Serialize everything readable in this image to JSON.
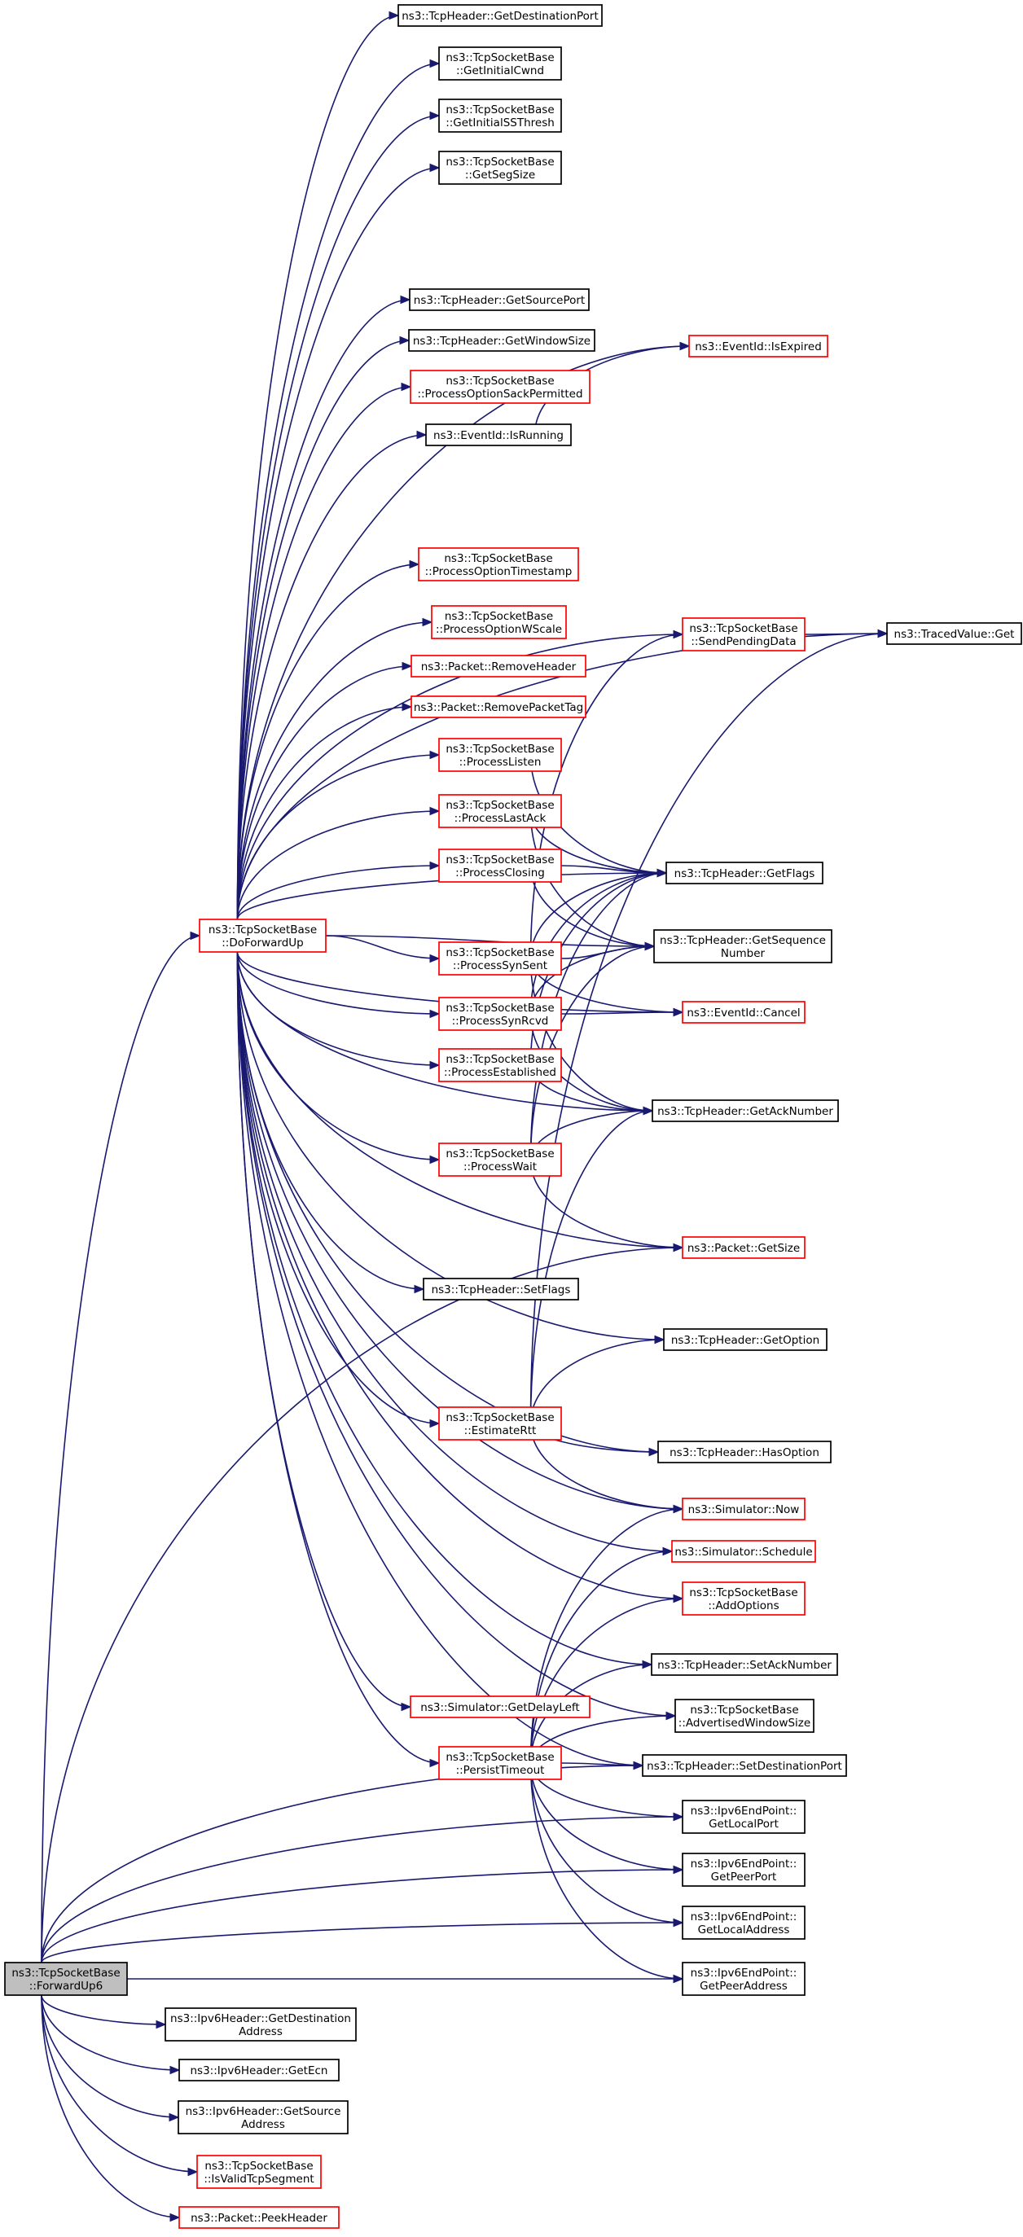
{
  "nodes": [
    {
      "id": "fwd6",
      "lines": [
        "ns3::TcpSocketBase",
        "::ForwardUp6"
      ],
      "border": "root"
    },
    {
      "id": "dfu",
      "lines": [
        "ns3::TcpSocketBase",
        "::DoForwardUp"
      ],
      "border": "red"
    },
    {
      "id": "gdp",
      "lines": [
        "ns3::TcpHeader::GetDestinationPort"
      ],
      "border": "black"
    },
    {
      "id": "gic",
      "lines": [
        "ns3::TcpSocketBase",
        "::GetInitialCwnd"
      ],
      "border": "black"
    },
    {
      "id": "gis",
      "lines": [
        "ns3::TcpSocketBase",
        "::GetInitialSSThresh"
      ],
      "border": "black"
    },
    {
      "id": "gss",
      "lines": [
        "ns3::TcpSocketBase",
        "::GetSegSize"
      ],
      "border": "black"
    },
    {
      "id": "gsp",
      "lines": [
        "ns3::TcpHeader::GetSourcePort"
      ],
      "border": "black"
    },
    {
      "id": "gws",
      "lines": [
        "ns3::TcpHeader::GetWindowSize"
      ],
      "border": "black"
    },
    {
      "id": "psp",
      "lines": [
        "ns3::TcpSocketBase",
        "::ProcessOptionSackPermitted"
      ],
      "border": "red"
    },
    {
      "id": "eir",
      "lines": [
        "ns3::EventId::IsRunning"
      ],
      "border": "black"
    },
    {
      "id": "eie",
      "lines": [
        "ns3::EventId::IsExpired"
      ],
      "border": "red"
    },
    {
      "id": "pot",
      "lines": [
        "ns3::TcpSocketBase",
        "::ProcessOptionTimestamp"
      ],
      "border": "red"
    },
    {
      "id": "pow",
      "lines": [
        "ns3::TcpSocketBase",
        "::ProcessOptionWScale"
      ],
      "border": "red"
    },
    {
      "id": "spd",
      "lines": [
        "ns3::TcpSocketBase",
        "::SendPendingData"
      ],
      "border": "red"
    },
    {
      "id": "tvg",
      "lines": [
        "ns3::TracedValue::Get"
      ],
      "border": "black"
    },
    {
      "id": "prh",
      "lines": [
        "ns3::Packet::RemoveHeader"
      ],
      "border": "red"
    },
    {
      "id": "prt",
      "lines": [
        "ns3::Packet::RemovePacketTag"
      ],
      "border": "red"
    },
    {
      "id": "pli",
      "lines": [
        "ns3::TcpSocketBase",
        "::ProcessListen"
      ],
      "border": "red"
    },
    {
      "id": "pla",
      "lines": [
        "ns3::TcpSocketBase",
        "::ProcessLastAck"
      ],
      "border": "red"
    },
    {
      "id": "pcl",
      "lines": [
        "ns3::TcpSocketBase",
        "::ProcessClosing"
      ],
      "border": "red"
    },
    {
      "id": "gfl",
      "lines": [
        "ns3::TcpHeader::GetFlags"
      ],
      "border": "black"
    },
    {
      "id": "gsn",
      "lines": [
        "ns3::TcpHeader::GetSequence",
        "Number"
      ],
      "border": "black"
    },
    {
      "id": "pss",
      "lines": [
        "ns3::TcpSocketBase",
        "::ProcessSynSent"
      ],
      "border": "red"
    },
    {
      "id": "psr",
      "lines": [
        "ns3::TcpSocketBase",
        "::ProcessSynRcvd"
      ],
      "border": "red"
    },
    {
      "id": "eca",
      "lines": [
        "ns3::EventId::Cancel"
      ],
      "border": "red"
    },
    {
      "id": "pes",
      "lines": [
        "ns3::TcpSocketBase",
        "::ProcessEstablished"
      ],
      "border": "red"
    },
    {
      "id": "gan",
      "lines": [
        "ns3::TcpHeader::GetAckNumber"
      ],
      "border": "black"
    },
    {
      "id": "pwa",
      "lines": [
        "ns3::TcpSocketBase",
        "::ProcessWait"
      ],
      "border": "red"
    },
    {
      "id": "pgs",
      "lines": [
        "ns3::Packet::GetSize"
      ],
      "border": "red"
    },
    {
      "id": "sfl",
      "lines": [
        "ns3::TcpHeader::SetFlags"
      ],
      "border": "black"
    },
    {
      "id": "gop",
      "lines": [
        "ns3::TcpHeader::GetOption"
      ],
      "border": "black"
    },
    {
      "id": "ert",
      "lines": [
        "ns3::TcpSocketBase",
        "::EstimateRtt"
      ],
      "border": "red"
    },
    {
      "id": "hop",
      "lines": [
        "ns3::TcpHeader::HasOption"
      ],
      "border": "black"
    },
    {
      "id": "snw",
      "lines": [
        "ns3::Simulator::Now"
      ],
      "border": "red"
    },
    {
      "id": "ssc",
      "lines": [
        "ns3::Simulator::Schedule"
      ],
      "border": "red"
    },
    {
      "id": "ado",
      "lines": [
        "ns3::TcpSocketBase",
        "::AddOptions"
      ],
      "border": "red"
    },
    {
      "id": "san",
      "lines": [
        "ns3::TcpHeader::SetAckNumber"
      ],
      "border": "black"
    },
    {
      "id": "sgd",
      "lines": [
        "ns3::Simulator::GetDelayLeft"
      ],
      "border": "red"
    },
    {
      "id": "aws",
      "lines": [
        "ns3::TcpSocketBase",
        "::AdvertisedWindowSize"
      ],
      "border": "black"
    },
    {
      "id": "pto",
      "lines": [
        "ns3::TcpSocketBase",
        "::PersistTimeout"
      ],
      "border": "red"
    },
    {
      "id": "sdp",
      "lines": [
        "ns3::TcpHeader::SetDestinationPort"
      ],
      "border": "black"
    },
    {
      "id": "glp",
      "lines": [
        "ns3::Ipv6EndPoint::",
        "GetLocalPort"
      ],
      "border": "black"
    },
    {
      "id": "gpp",
      "lines": [
        "ns3::Ipv6EndPoint::",
        "GetPeerPort"
      ],
      "border": "black"
    },
    {
      "id": "gla",
      "lines": [
        "ns3::Ipv6EndPoint::",
        "GetLocalAddress"
      ],
      "border": "black"
    },
    {
      "id": "gpa",
      "lines": [
        "ns3::Ipv6EndPoint::",
        "GetPeerAddress"
      ],
      "border": "black"
    },
    {
      "id": "igd",
      "lines": [
        "ns3::Ipv6Header::GetDestination",
        "Address"
      ],
      "border": "black"
    },
    {
      "id": "ige",
      "lines": [
        "ns3::Ipv6Header::GetEcn"
      ],
      "border": "black"
    },
    {
      "id": "igs",
      "lines": [
        "ns3::Ipv6Header::GetSource",
        "Address"
      ],
      "border": "black"
    },
    {
      "id": "ivs",
      "lines": [
        "ns3::TcpSocketBase",
        "::IsValidTcpSegment"
      ],
      "border": "red"
    },
    {
      "id": "pph",
      "lines": [
        "ns3::Packet::PeekHeader"
      ],
      "border": "red"
    }
  ],
  "edges": [
    [
      "fwd6",
      "dfu"
    ],
    [
      "fwd6",
      "pgs"
    ],
    [
      "fwd6",
      "sdp"
    ],
    [
      "fwd6",
      "glp"
    ],
    [
      "fwd6",
      "gpp"
    ],
    [
      "fwd6",
      "gla"
    ],
    [
      "fwd6",
      "gpa"
    ],
    [
      "fwd6",
      "igd"
    ],
    [
      "fwd6",
      "ige"
    ],
    [
      "fwd6",
      "igs"
    ],
    [
      "fwd6",
      "ivs"
    ],
    [
      "fwd6",
      "pph"
    ],
    [
      "dfu",
      "gdp"
    ],
    [
      "dfu",
      "gic"
    ],
    [
      "dfu",
      "gis"
    ],
    [
      "dfu",
      "gss"
    ],
    [
      "dfu",
      "tvg"
    ],
    [
      "dfu",
      "eie"
    ],
    [
      "dfu",
      "gsp"
    ],
    [
      "dfu",
      "gws"
    ],
    [
      "dfu",
      "psp"
    ],
    [
      "dfu",
      "eir"
    ],
    [
      "dfu",
      "spd"
    ],
    [
      "dfu",
      "gfl"
    ],
    [
      "dfu",
      "pot"
    ],
    [
      "dfu",
      "pow"
    ],
    [
      "dfu",
      "prh"
    ],
    [
      "dfu",
      "prt"
    ],
    [
      "dfu",
      "pli"
    ],
    [
      "dfu",
      "pla"
    ],
    [
      "dfu",
      "pcl"
    ],
    [
      "dfu",
      "gsn"
    ],
    [
      "dfu",
      "pss"
    ],
    [
      "dfu",
      "psr"
    ],
    [
      "dfu",
      "pes"
    ],
    [
      "dfu",
      "eca"
    ],
    [
      "dfu",
      "gan"
    ],
    [
      "dfu",
      "pwa"
    ],
    [
      "dfu",
      "pgs"
    ],
    [
      "dfu",
      "sfl"
    ],
    [
      "dfu",
      "gop"
    ],
    [
      "dfu",
      "ert"
    ],
    [
      "dfu",
      "hop"
    ],
    [
      "dfu",
      "snw"
    ],
    [
      "dfu",
      "ssc"
    ],
    [
      "dfu",
      "ado"
    ],
    [
      "dfu",
      "san"
    ],
    [
      "dfu",
      "aws"
    ],
    [
      "dfu",
      "sgd"
    ],
    [
      "dfu",
      "pto"
    ],
    [
      "dfu",
      "sdp"
    ],
    [
      "eir",
      "eie"
    ],
    [
      "spd",
      "tvg"
    ],
    [
      "pli",
      "gfl"
    ],
    [
      "pla",
      "gfl"
    ],
    [
      "pla",
      "gsn"
    ],
    [
      "pcl",
      "gfl"
    ],
    [
      "pcl",
      "gsn"
    ],
    [
      "pss",
      "spd"
    ],
    [
      "pss",
      "gfl"
    ],
    [
      "pss",
      "gsn"
    ],
    [
      "pss",
      "eca"
    ],
    [
      "pss",
      "gan"
    ],
    [
      "psr",
      "gfl"
    ],
    [
      "psr",
      "gsn"
    ],
    [
      "psr",
      "eca"
    ],
    [
      "psr",
      "gan"
    ],
    [
      "pes",
      "gfl"
    ],
    [
      "pes",
      "gan"
    ],
    [
      "pwa",
      "gfl"
    ],
    [
      "pwa",
      "gsn"
    ],
    [
      "pwa",
      "gan"
    ],
    [
      "pwa",
      "pgs"
    ],
    [
      "ert",
      "gan"
    ],
    [
      "ert",
      "gop"
    ],
    [
      "ert",
      "tvg"
    ],
    [
      "ert",
      "hop"
    ],
    [
      "ert",
      "snw"
    ],
    [
      "pto",
      "snw"
    ],
    [
      "pto",
      "ssc"
    ],
    [
      "pto",
      "ado"
    ],
    [
      "pto",
      "san"
    ],
    [
      "pto",
      "aws"
    ],
    [
      "pto",
      "sdp"
    ],
    [
      "pto",
      "glp"
    ],
    [
      "pto",
      "gpp"
    ],
    [
      "pto",
      "gla"
    ],
    [
      "pto",
      "gpa"
    ]
  ]
}
